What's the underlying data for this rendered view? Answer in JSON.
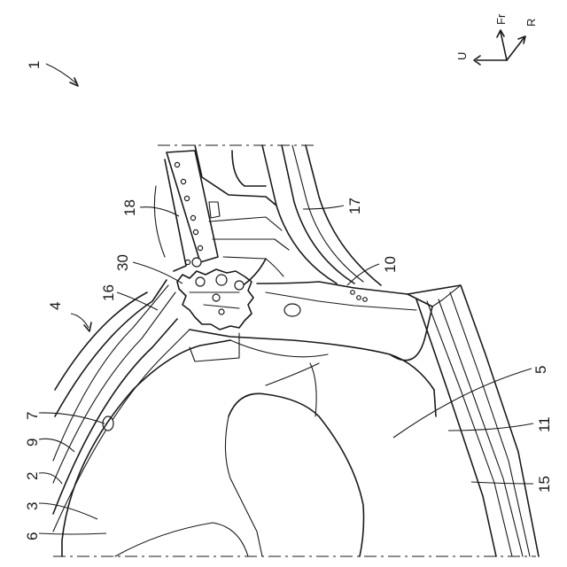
{
  "figure": {
    "assembly_number": "1",
    "labels": {
      "n4": "4",
      "n7": "7",
      "n9": "9",
      "n2": "2",
      "n3": "3",
      "n6": "6",
      "n16": "16",
      "n30": "30",
      "n18": "18",
      "n17": "17",
      "n10": "10",
      "n5": "5",
      "n11": "11",
      "n15": "15"
    },
    "axes": {
      "up": "U",
      "front": "Fr",
      "right": "R"
    }
  }
}
